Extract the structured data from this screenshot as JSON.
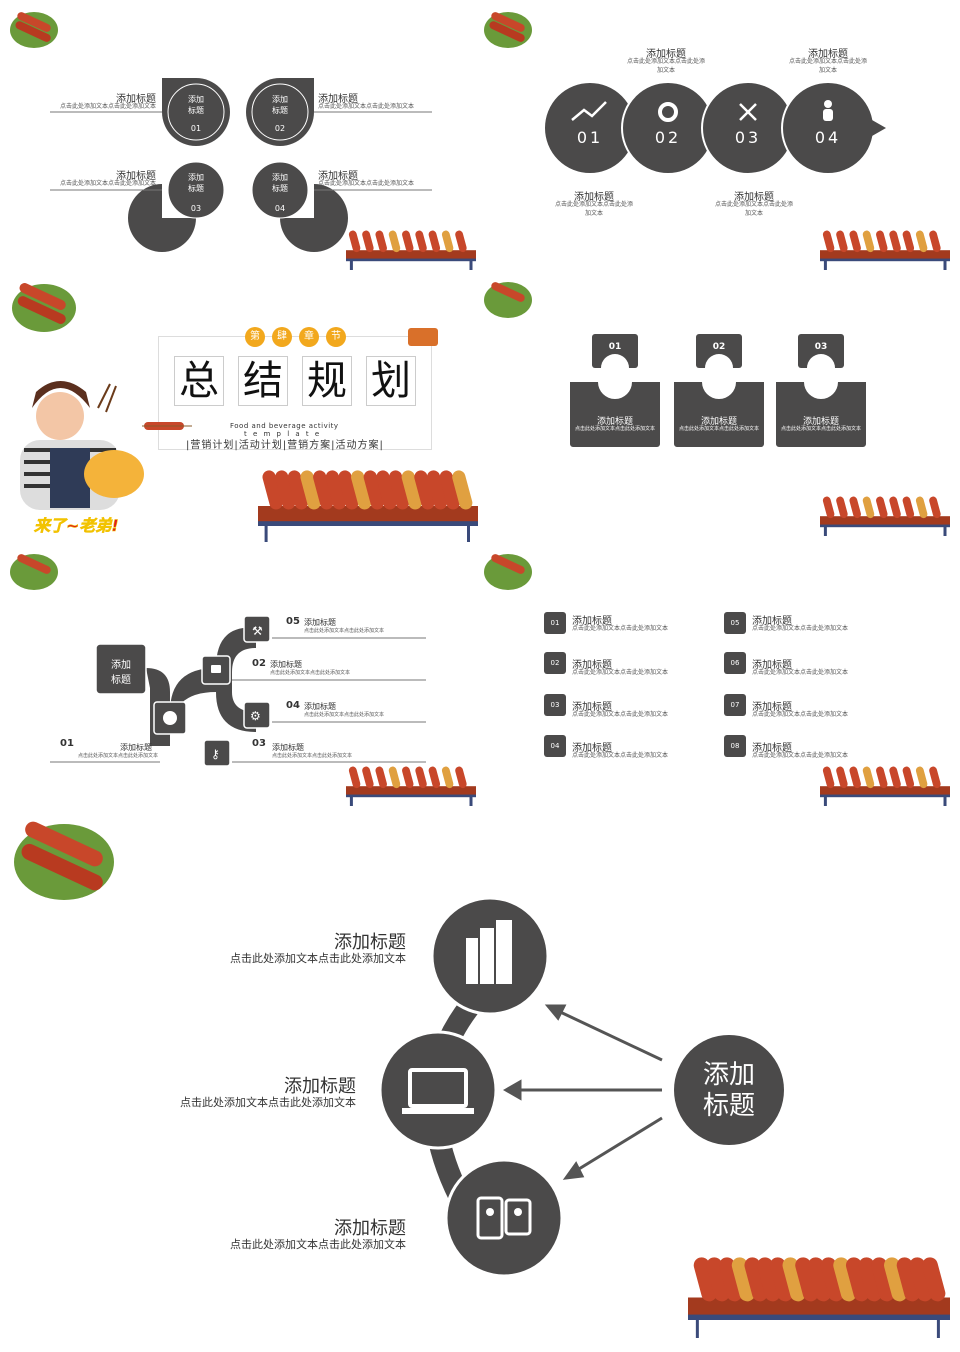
{
  "slide1": {
    "items": [
      {
        "num": "01",
        "circle_label": "添加\n标题",
        "title": "添加标题",
        "text": "点击此处添加文本点击此处添加文本"
      },
      {
        "num": "02",
        "circle_label": "添加\n标题",
        "title": "添加标题",
        "text": "点击此处添加文本点击此处添加文本"
      },
      {
        "num": "03",
        "circle_label": "添加\n标题",
        "title": "添加标题",
        "text": "点击此处添加文本点击此处添加文本"
      },
      {
        "num": "04",
        "circle_label": "添加\n标题",
        "title": "添加标题",
        "text": "点击此处添加文本点击此处添加文本"
      }
    ]
  },
  "slide2": {
    "steps": [
      {
        "num": "01",
        "icon": "trend-up-icon"
      },
      {
        "num": "02",
        "icon": "gear-icon"
      },
      {
        "num": "03",
        "icon": "shuffle-icon"
      },
      {
        "num": "04",
        "icon": "person-icon"
      }
    ],
    "labels": [
      {
        "title": "添加标题",
        "text": "点击此处添加文本点击此处添加文本"
      },
      {
        "title": "添加标题",
        "text": "点击此处添加文本点击此处添加文本"
      },
      {
        "title": "添加标题",
        "text": "点击此处添加文本点击此处添加文本"
      },
      {
        "title": "添加标题",
        "text": "点击此处添加文本点击此处添加文本"
      }
    ]
  },
  "slide3": {
    "chapter": [
      "第",
      "肆",
      "章",
      "节"
    ],
    "title_chars": [
      "总",
      "结",
      "规",
      "划"
    ],
    "en_line1": "Food and beverage activity",
    "en_line2": "t e m p l a t e",
    "menu": "|营销计划|活动计划|营销方案|活动方案|",
    "handwriting": "来了~老弟!"
  },
  "slide4": {
    "cards": [
      {
        "num": "01",
        "title": "添加标题",
        "text": "点击此处添加文本点击此处添加文本"
      },
      {
        "num": "02",
        "title": "添加标题",
        "text": "点击此处添加文本点击此处添加文本"
      },
      {
        "num": "03",
        "title": "添加标题",
        "text": "点击此处添加文本点击此处添加文本"
      }
    ]
  },
  "slide5": {
    "center_label": "添加\n标题",
    "rows": [
      {
        "num": "05",
        "title": "添加标题",
        "text": "点击此处添加文本点击此处添加文本"
      },
      {
        "num": "02",
        "title": "添加标题",
        "text": "点击此处添加文本点击此处添加文本"
      },
      {
        "num": "04",
        "title": "添加标题",
        "text": "点击此处添加文本点击此处添加文本"
      },
      {
        "num": "03",
        "title": "添加标题",
        "text": "点击此处添加文本点击此处添加文本"
      },
      {
        "num": "01",
        "title": "添加标题",
        "text": "点击此处添加文本点击此处添加文本"
      }
    ]
  },
  "slide6": {
    "items": [
      {
        "num": "01",
        "title": "添加标题",
        "text": "点击此处添加文本点击此处添加文本"
      },
      {
        "num": "02",
        "title": "添加标题",
        "text": "点击此处添加文本点击此处添加文本"
      },
      {
        "num": "03",
        "title": "添加标题",
        "text": "点击此处添加文本点击此处添加文本"
      },
      {
        "num": "04",
        "title": "添加标题",
        "text": "点击此处添加文本点击此处添加文本"
      },
      {
        "num": "05",
        "title": "添加标题",
        "text": "点击此处添加文本点击此处添加文本"
      },
      {
        "num": "06",
        "title": "添加标题",
        "text": "点击此处添加文本点击此处添加文本"
      },
      {
        "num": "07",
        "title": "添加标题",
        "text": "点击此处添加文本点击此处添加文本"
      },
      {
        "num": "08",
        "title": "添加标题",
        "text": "点击此处添加文本点击此处添加文本"
      }
    ]
  },
  "slide7": {
    "center_label": "添加\n标题",
    "items": [
      {
        "title": "添加标题",
        "text": "点击此处添加文本点击此处添加文本",
        "icon": "building-icon"
      },
      {
        "title": "添加标题",
        "text": "点击此处添加文本点击此处添加文本",
        "icon": "laptop-icon"
      },
      {
        "title": "添加标题",
        "text": "点击此处添加文本点击此处添加文本",
        "icon": "profile-cards-icon"
      }
    ]
  },
  "colors": {
    "dark": "#4b4a4a",
    "accent": "#f2a81d",
    "meat": "#c8472a"
  }
}
